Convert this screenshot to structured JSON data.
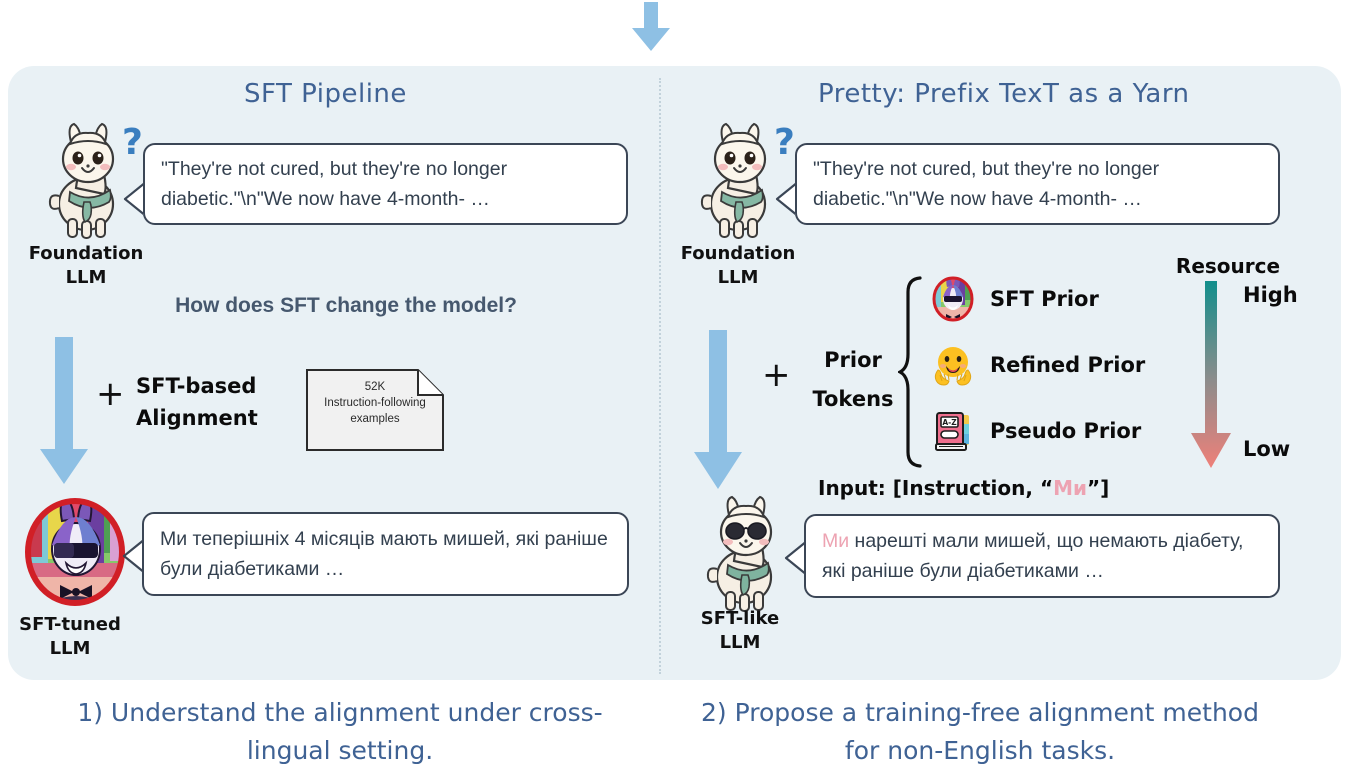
{
  "top_arrow": {
    "icon": "down-arrow-icon",
    "color": "#8ec0e4"
  },
  "panel": {
    "background": "#e9f1f5"
  },
  "columns": {
    "left": {
      "title": "SFT Pipeline",
      "title_color": "#3f6294",
      "foundation": {
        "avatar": "llama-cream-scarf-question-icon",
        "label_line1": "Foundation",
        "label_line2": "LLM",
        "bubble_text": "\"They're not cured, but they're no longer diabetic.\"\\n\"We now have 4-month- …"
      },
      "question": "How does SFT change the model?",
      "plus": "+",
      "alignment_label_line1": "SFT-based",
      "alignment_label_line2": "Alignment",
      "document": {
        "icon": "document-page-icon",
        "line1": "52K",
        "line2": "Instruction-following",
        "line3": "examples"
      },
      "arrow": {
        "icon": "down-arrow-icon",
        "color": "#8ec0e4"
      },
      "tuned": {
        "avatar": "llama-colorful-sunglasses-red-circle-icon",
        "label_line1": "SFT-tuned",
        "label_line2": "LLM",
        "bubble_text": "Ми теперішніх 4 місяців мають мишей, які раніше були діабетиками …"
      }
    },
    "right": {
      "title": "Pretty: Prefix TexT as a Yarn",
      "title_color": "#3f6294",
      "foundation": {
        "avatar": "llama-cream-scarf-question-icon",
        "label_line1": "Foundation",
        "label_line2": "LLM",
        "bubble_text": "\"They're not cured, but they're no longer diabetic.\"\\n\"We now have 4-month- …"
      },
      "plus": "+",
      "prior_label_line1": "Prior",
      "prior_label_line2": "Tokens",
      "priors": [
        {
          "icon": "llama-colorful-sunglasses-red-circle-icon",
          "label": "SFT Prior"
        },
        {
          "icon": "hugging-face-emoji-icon",
          "label": "Refined Prior"
        },
        {
          "icon": "dictionary-book-az-icon",
          "label": "Pseudo Prior"
        }
      ],
      "resource": {
        "title": "Resource",
        "high": "High",
        "low": "Low",
        "gradient_top": "#128f8c",
        "gradient_bottom": "#ef8079"
      },
      "arrow": {
        "icon": "down-arrow-icon",
        "color": "#8ec0e4"
      },
      "input_prefix": "Input: [Instruction, “",
      "input_token": "Ми",
      "input_suffix": "”]",
      "input_token_color": "#eda3b2",
      "sftlike": {
        "avatar": "llama-cream-sunglasses-scarf-icon",
        "label_line1": "SFT-like",
        "label_line2": "LLM",
        "bubble_prefix": "Ми",
        "bubble_rest": " нарешті мали мишей, що немають діабету, які раніше були діабетиками …"
      }
    }
  },
  "captions": {
    "left": "1) Understand the alignment under cross-lingual setting.",
    "right": "2) Propose a training-free alignment method for non-English tasks."
  }
}
